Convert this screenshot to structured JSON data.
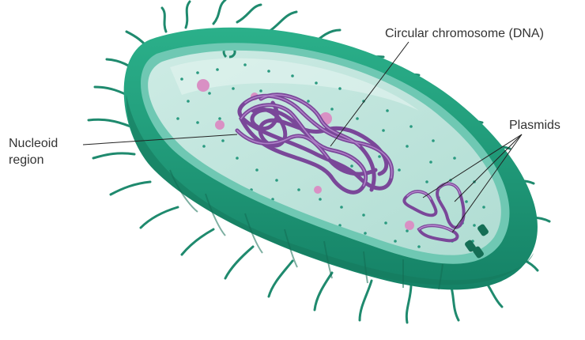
{
  "labels": {
    "circular_chromosome": "Circular chromosome (DNA)",
    "plasmids": "Plasmids",
    "nucleoid_line1": "Nucleoid",
    "nucleoid_line2": "region"
  },
  "colors": {
    "outer_wall": "#1d9a78",
    "outer_wall_dark": "#167a5e",
    "outer_wall_light": "#2bb08a",
    "membrane": "#66c4b0",
    "cytoplasm": "#bfe6df",
    "cytoplasm_light": "#d7efea",
    "ribosome_dots": "#2a9a80",
    "dna": "#8a55a8",
    "dna_light": "#b98bd0",
    "inclusions": "#d990c4",
    "pili": "#1f8a6e",
    "leader_lines": "#222222",
    "text": "#333333"
  }
}
